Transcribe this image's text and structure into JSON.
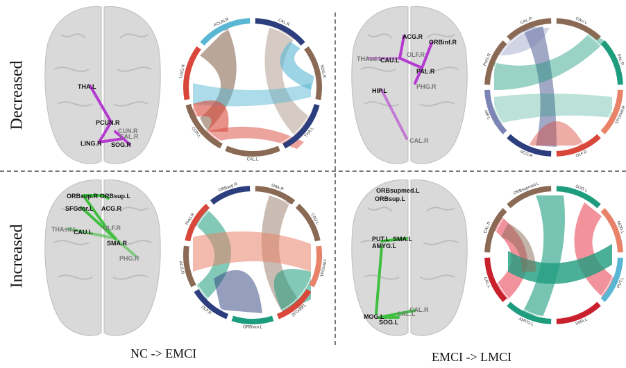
{
  "rows": [
    "Decreased",
    "Increased"
  ],
  "columns": [
    "NC -> EMCI",
    "EMCI -> LMCI"
  ],
  "panels": [
    {
      "id": "dec-nc",
      "edge_color": "#b43ad0",
      "nodes": [
        {
          "label": "THA.L"
        },
        {
          "label": "PCUN.R"
        },
        {
          "label": "CUN.R"
        },
        {
          "label": "LING.R"
        },
        {
          "label": "SOG.R"
        },
        {
          "label": "CAL.R"
        }
      ],
      "chord": {
        "segments": [
          {
            "label": "CAL.R",
            "color": "#2d3e7e"
          },
          {
            "label": "SOG.R",
            "color": "#8a6a55"
          },
          {
            "label": "THA.L",
            "color": "#2d3e7e"
          },
          {
            "label": "CAL.L",
            "color": "#8a6a55"
          },
          {
            "label": "CUN.L",
            "color": "#8a6a55"
          },
          {
            "label": "LING.R",
            "color": "#d9473a"
          },
          {
            "label": "PCUN.R",
            "color": "#5ab7d3"
          }
        ]
      }
    },
    {
      "id": "dec-emci",
      "edge_color": "#b43ad0",
      "nodes": [
        {
          "label": "ACG.R"
        },
        {
          "label": "ORBinf.R"
        },
        {
          "label": "THAsd.L"
        },
        {
          "label": "CAU.L"
        },
        {
          "label": "OLF.R"
        },
        {
          "label": "PAL.R"
        },
        {
          "label": "PHG.R"
        },
        {
          "label": "HIP.L"
        },
        {
          "label": "CAL.R"
        }
      ],
      "chord": {
        "segments": [
          {
            "label": "CAU.L",
            "color": "#8a6a55"
          },
          {
            "label": "PAL.R",
            "color": "#1e9c7e"
          },
          {
            "label": "TPOmid.R",
            "color": "#e8836a"
          },
          {
            "label": "OLF.R",
            "color": "#d9473a"
          },
          {
            "label": "ACG.R",
            "color": "#2d3e7e"
          },
          {
            "label": "HIP.L",
            "color": "#7b84b5"
          },
          {
            "label": "PHG.R",
            "color": "#8a6a55"
          },
          {
            "label": "CAL.R",
            "color": "#8a6a55"
          }
        ]
      }
    },
    {
      "id": "inc-nc",
      "edge_color": "#3fbf3f",
      "nodes": [
        {
          "label": "ORBsup.L"
        },
        {
          "label": "ORBsup.R"
        },
        {
          "label": "SFGdor.L"
        },
        {
          "label": "ACG.R"
        },
        {
          "label": "THAsd.L"
        },
        {
          "label": "CAU.L"
        },
        {
          "label": "OLF.R"
        },
        {
          "label": "SMA.R"
        },
        {
          "label": "PHG.R"
        }
      ],
      "chord": {
        "segments": [
          {
            "label": "SMA.R",
            "color": "#8a6a55"
          },
          {
            "label": "CAU.L",
            "color": "#8a6a55"
          },
          {
            "label": "TPOsup.L",
            "color": "#e8836a"
          },
          {
            "label": "SFGdor.L",
            "color": "#d9473a"
          },
          {
            "label": "ORBsup.L",
            "color": "#1e9c7e"
          },
          {
            "label": "OLF.R",
            "color": "#2d3e7e"
          },
          {
            "label": "ACG.R",
            "color": "#8a6a55"
          },
          {
            "label": "PHG.R",
            "color": "#d9473a"
          },
          {
            "label": "ORBsup.R",
            "color": "#2d3e7e"
          }
        ]
      }
    },
    {
      "id": "inc-emci",
      "edge_color": "#3fbf3f",
      "nodes": [
        {
          "label": "ORBsupmed.L"
        },
        {
          "label": "ORBsup.L"
        },
        {
          "label": "PUT.L"
        },
        {
          "label": "SMA.L"
        },
        {
          "label": "AMYG.L"
        },
        {
          "label": "MOG.L"
        },
        {
          "label": "SOG.L"
        },
        {
          "label": "CAL.L"
        },
        {
          "label": "CAL.R"
        }
      ],
      "chord": {
        "segments": [
          {
            "label": "SOG.L",
            "color": "#1e9c7e"
          },
          {
            "label": "MOG.L",
            "color": "#e8836a"
          },
          {
            "label": "PUT.L",
            "color": "#5ab7d3"
          },
          {
            "label": "SMA.L",
            "color": "#c8202c"
          },
          {
            "label": "AMYG.L",
            "color": "#1e9c7e"
          },
          {
            "label": "CAL.L",
            "color": "#c8202c"
          },
          {
            "label": "CAL.R",
            "color": "#8a6a55"
          },
          {
            "label": "ORBsupmed.L",
            "color": "#8a6a55"
          }
        ]
      }
    }
  ]
}
